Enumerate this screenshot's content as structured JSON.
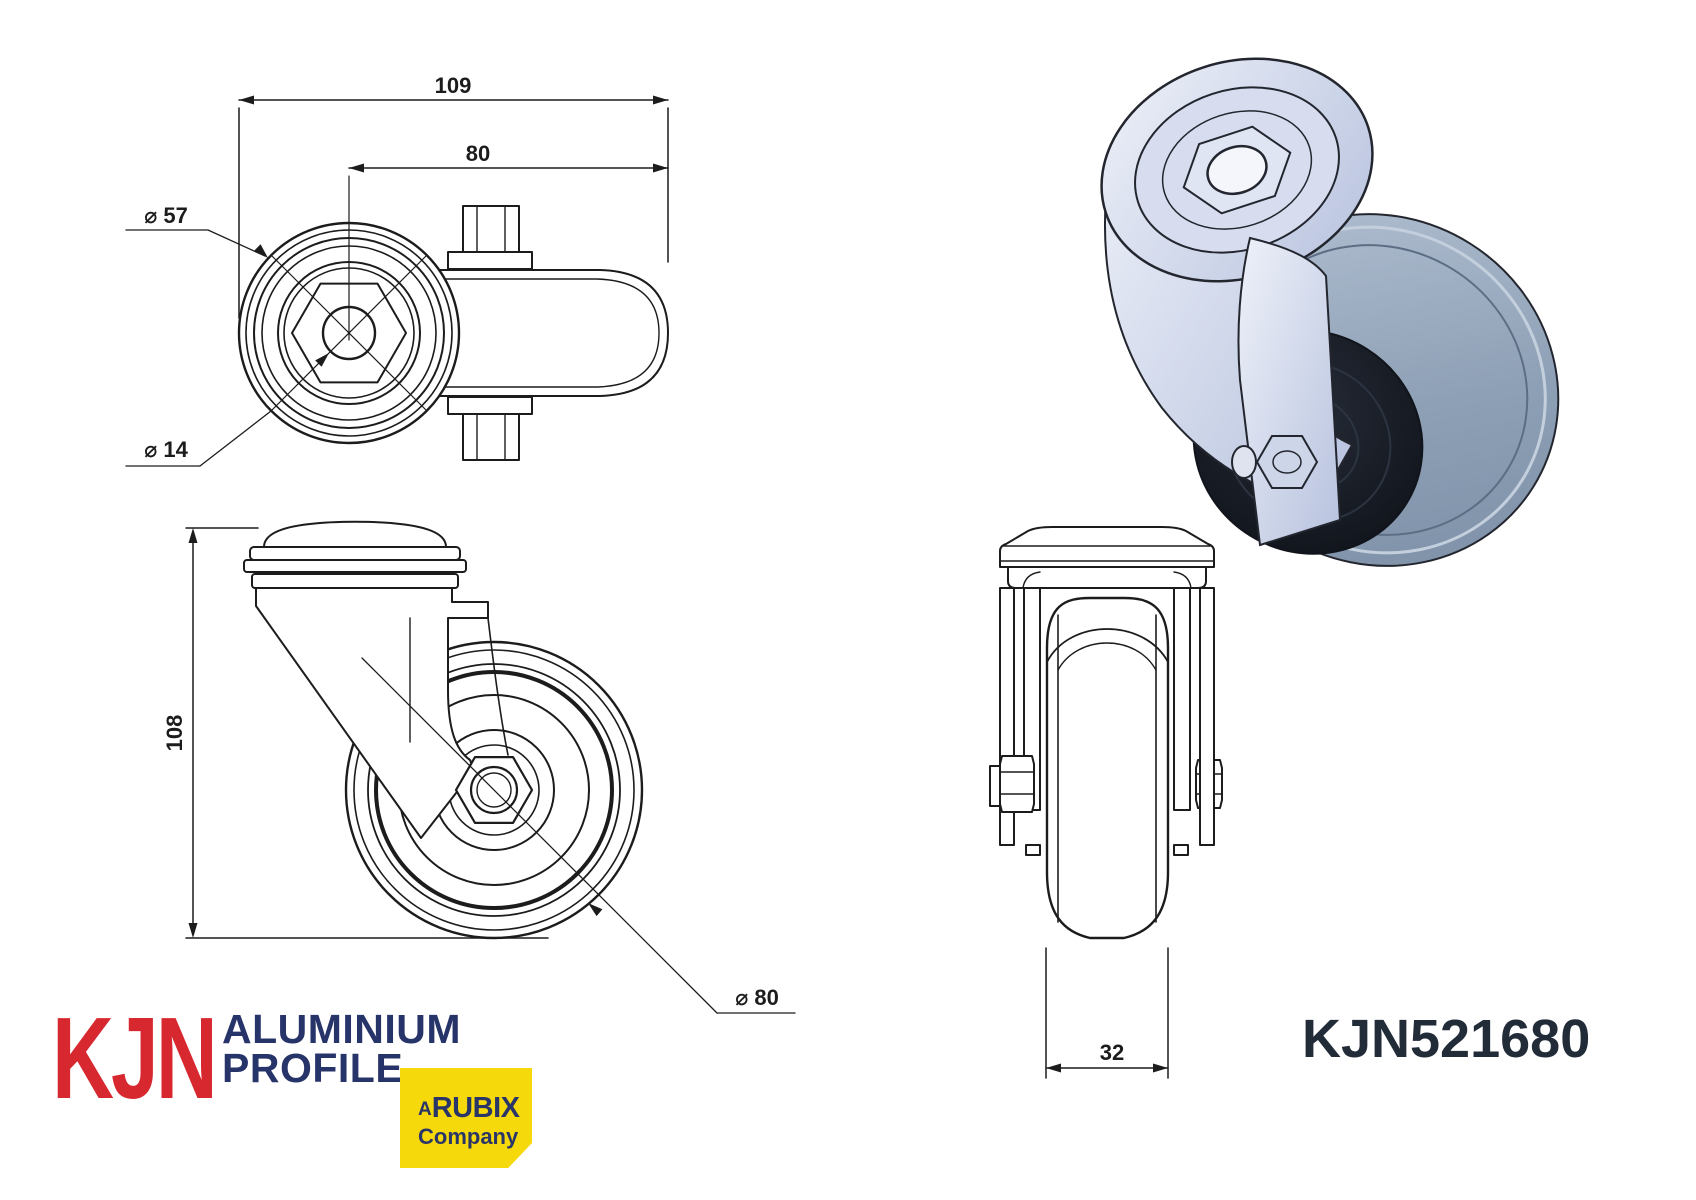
{
  "drawing": {
    "line_color": "#1c1c1c",
    "views": {
      "top": {
        "dim_overall_length": "109",
        "dim_swivel_offset": "80",
        "label_swivel_diameter": "⌀ 57",
        "label_bolt_hole_diameter": "⌀ 14"
      },
      "side": {
        "dim_overall_height": "108",
        "label_wheel_diameter": "⌀ 80"
      },
      "front": {
        "dim_wheel_width": "32"
      }
    }
  },
  "branding": {
    "logo_text": "KJN",
    "logo_line1": "ALUMINIUM",
    "logo_line2": "PROFILE",
    "badge_prefix": "A",
    "badge_brand": "RUBIX",
    "badge_suffix": "Company",
    "colors": {
      "logo_red": "#d7282f",
      "logo_navy": "#27346a",
      "badge_yellow": "#f6d90a",
      "badge_navy": "#2a3668"
    }
  },
  "part_number": {
    "value": "KJN521680",
    "color": "#222b38"
  },
  "render_3d": {
    "body_color": "#ccd4e8",
    "tread_color": "#8ea0b6",
    "hub_color": "#161a22"
  }
}
